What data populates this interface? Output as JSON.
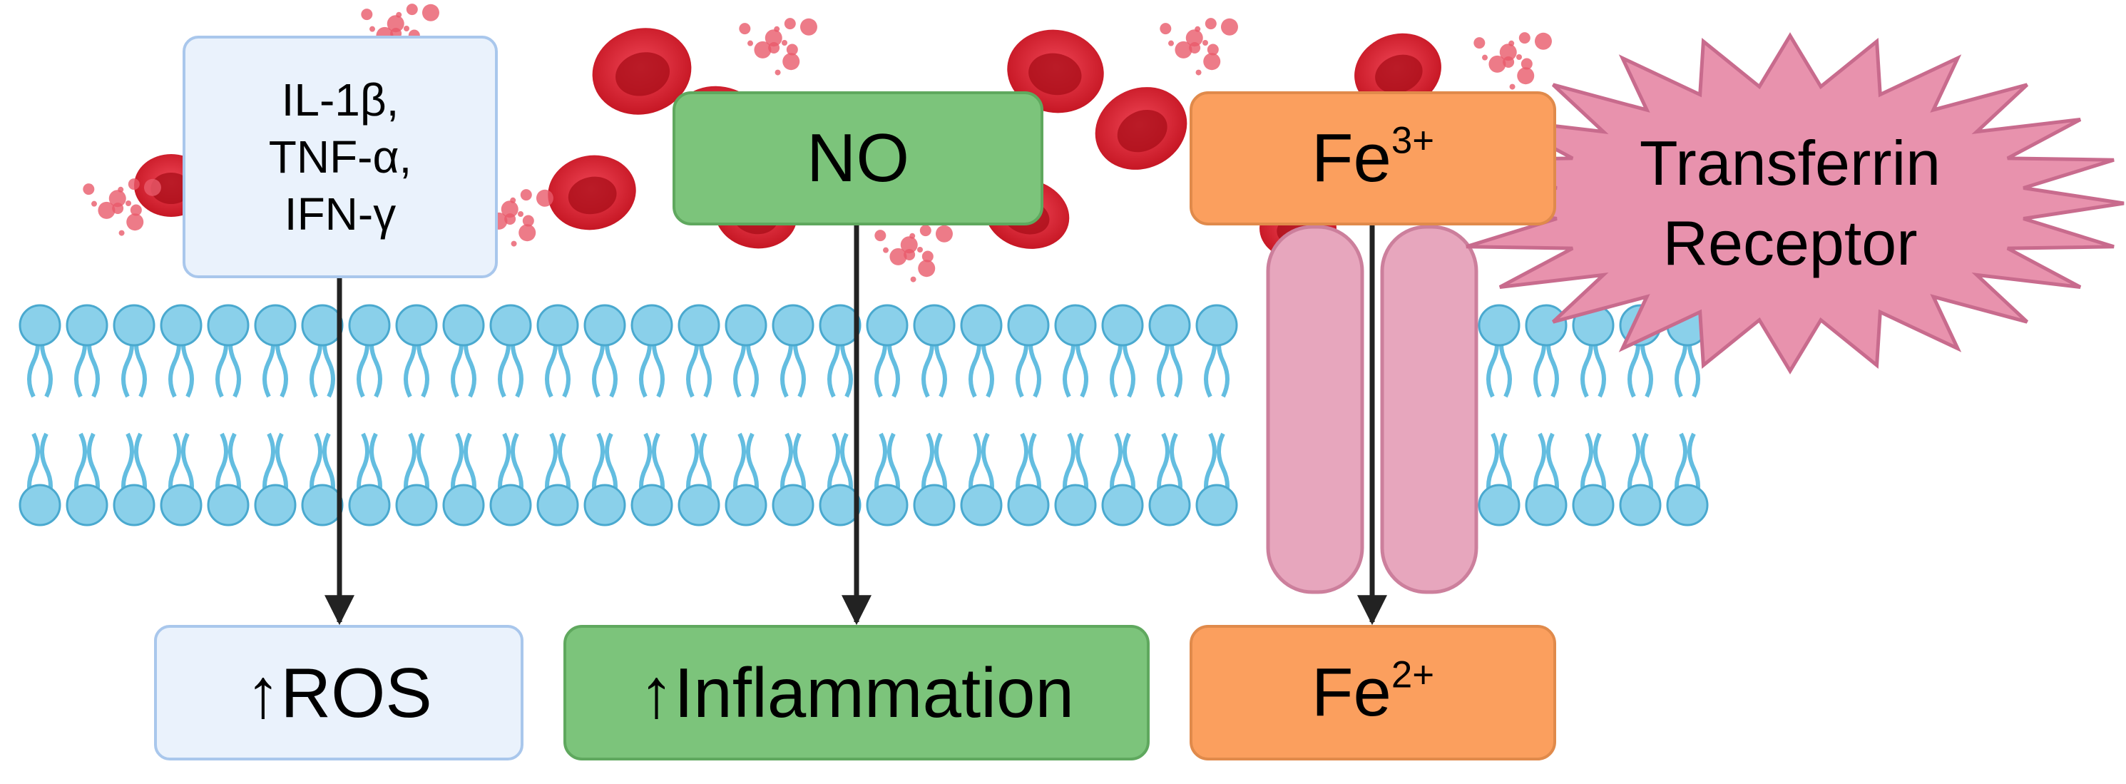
{
  "cytokines": {
    "line1": "IL-1β,",
    "line2": "TNF-α,",
    "line3": "IFN-γ"
  },
  "no_label": "NO",
  "fe3": {
    "base": "Fe",
    "charge": "3+"
  },
  "receptor": {
    "line1": "Transferrin",
    "line2": "Receptor"
  },
  "ros_label": "↑ROS",
  "inflammation_label": "↑Inflammation",
  "fe2": {
    "base": "Fe",
    "charge": "2+"
  },
  "colors": {
    "membrane": "#8ad0ea",
    "membrane_outline": "#4aa9cf",
    "red_blood_cell": "#d61f30",
    "receptor": "#e7a6bd",
    "starburst": "#e892ad",
    "cytokine_box": "#eaf2fc",
    "no_box": "#7cc47b",
    "iron_box": "#fb9f5e"
  }
}
